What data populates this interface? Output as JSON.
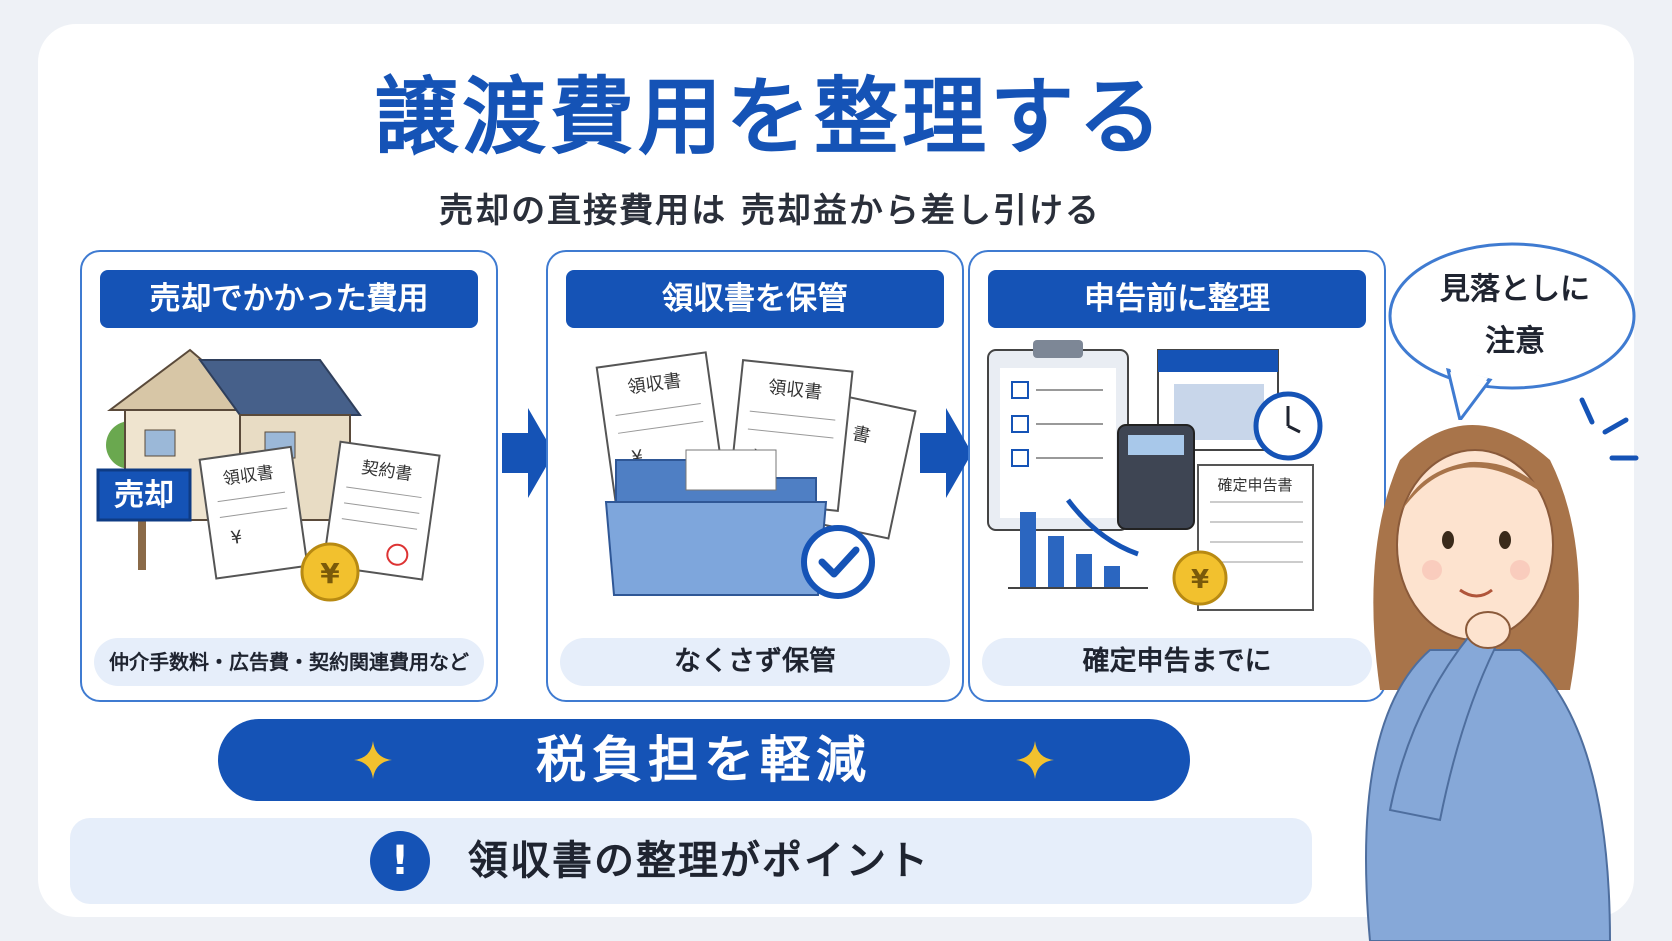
{
  "header": {
    "title": "譲渡費用を整理する",
    "subtitle": "売却の直接費用は 売却益から差し引ける"
  },
  "steps": [
    {
      "title": "売却でかかった費用",
      "caption": "仲介手数料・広告費・契約関連費用など",
      "illustration": {
        "sign": "売却",
        "doc1": "領収書",
        "doc2": "契約書",
        "currency": "¥"
      }
    },
    {
      "title": "領収書を保管",
      "caption": "なくさず保管",
      "illustration": {
        "doc1": "領収書",
        "doc2": "領収書",
        "doc3": "書",
        "currency": "¥"
      }
    },
    {
      "title": "申告前に整理",
      "caption": "確定申告までに",
      "illustration": {
        "form": "確定申告書",
        "currency": "¥"
      }
    }
  ],
  "banner": {
    "label": "税負担を軽減"
  },
  "note": {
    "icon": "exclamation-icon",
    "icon_glyph": "!",
    "text": "領収書の整理がポイント"
  },
  "speech_bubble": {
    "line1": "見落としに",
    "line2": "注意"
  },
  "colors": {
    "primary": "#1553b6",
    "light": "#e6eefa",
    "accent": "#f2c12e",
    "text": "#1f2430"
  }
}
